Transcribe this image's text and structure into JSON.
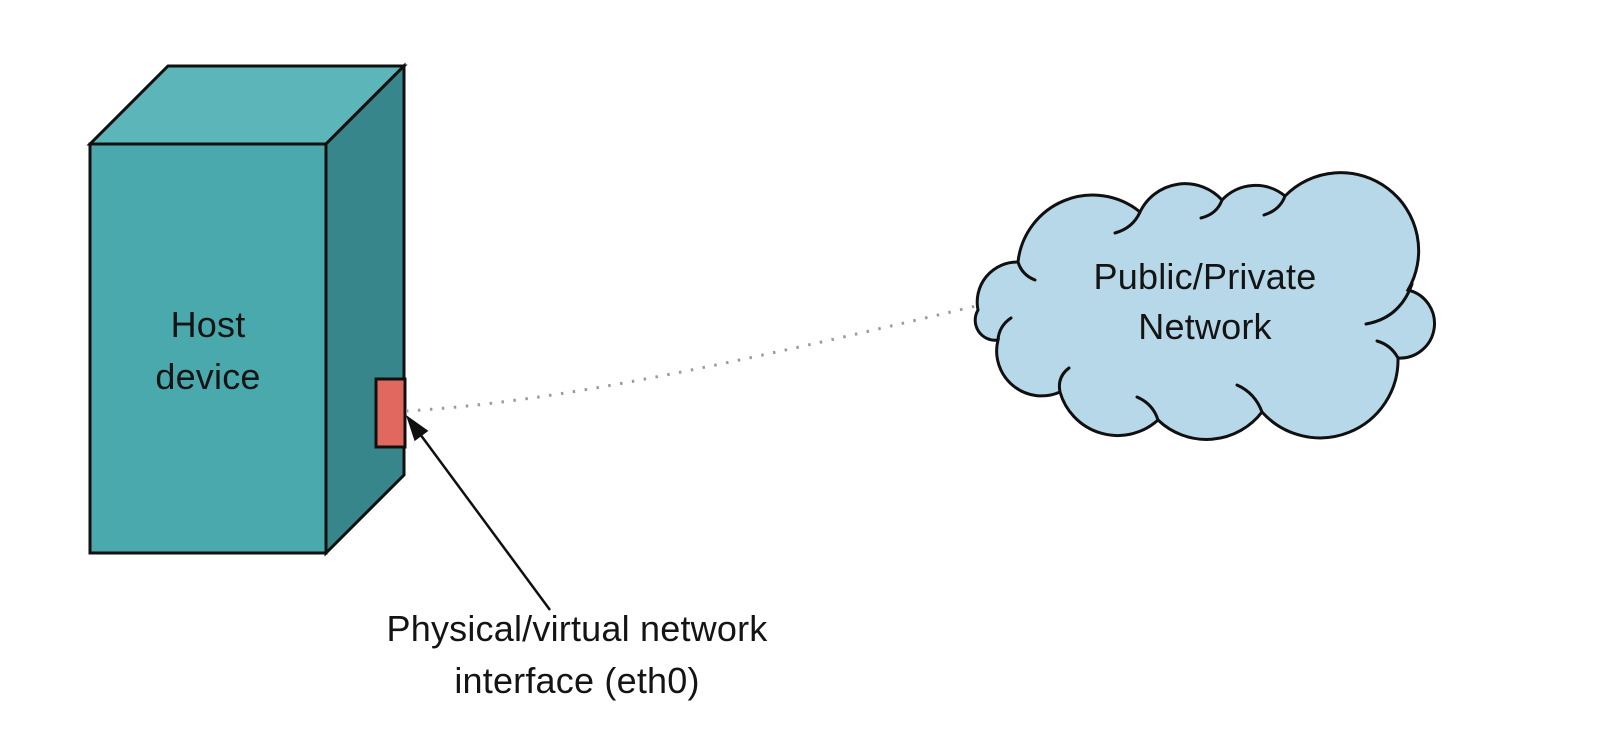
{
  "diagram": {
    "host": {
      "label": "Host\ndevice"
    },
    "interface": {
      "label": "Physical/virtual network\ninterface (eth0)"
    },
    "cloud": {
      "label": "Public/Private\nNetwork"
    },
    "colors": {
      "box_front": "#4aa9ad",
      "box_top": "#5bb5b9",
      "box_side": "#37868c",
      "interface_port": "#e0685f",
      "cloud_fill": "#b7d8e8",
      "outline": "#101010",
      "dotted_line": "#9b9b9b",
      "background": "#ffffff"
    }
  }
}
